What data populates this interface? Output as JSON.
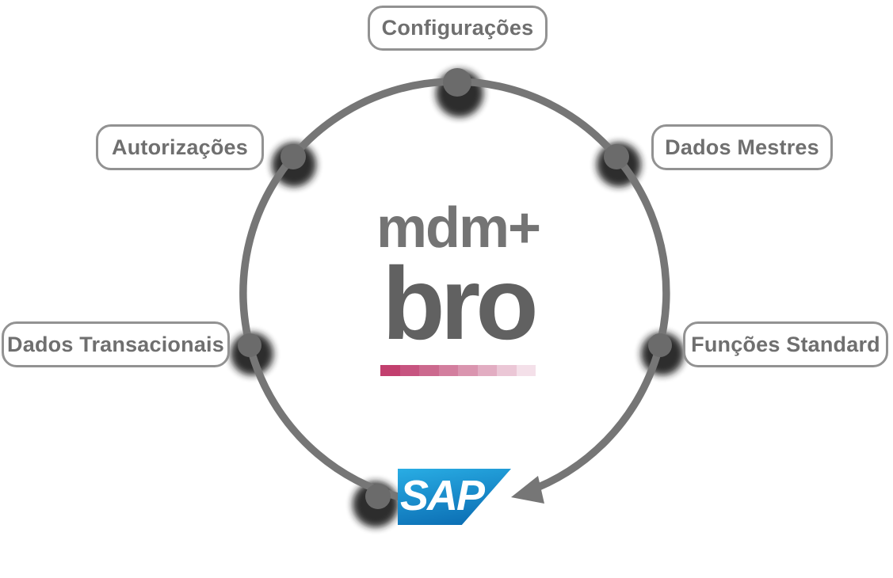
{
  "diagram": {
    "center": {
      "title_line1": "mdm+",
      "title_line2": "bro"
    },
    "nodes": {
      "configuracoes": {
        "label": "Configurações"
      },
      "autorizacoes": {
        "label": "Autorizações"
      },
      "dados_mestres": {
        "label": "Dados Mestres"
      },
      "dados_transacionais": {
        "label": "Dados Transacionais"
      },
      "funcoes_standard": {
        "label": "Funções Standard"
      },
      "sap": {
        "label": "SAP"
      }
    },
    "colors": {
      "arc": "#767676",
      "dot": "#6b6b6b",
      "dot_shadow": "#1f1f1f",
      "pill_border": "#929292",
      "pill_text": "#6f6f6f",
      "title_top_color": "#747474",
      "title_main_color": "#616161",
      "sap_blue_top": "#29ade4",
      "sap_blue_bottom": "#0b6db3"
    },
    "gradient_bar": {
      "colors": [
        "#c23f6e",
        "#c75480",
        "#cc698e",
        "#d37e9e",
        "#da95af",
        "#e2adc2",
        "#ebc7d6",
        "#f4e0e9"
      ]
    }
  }
}
